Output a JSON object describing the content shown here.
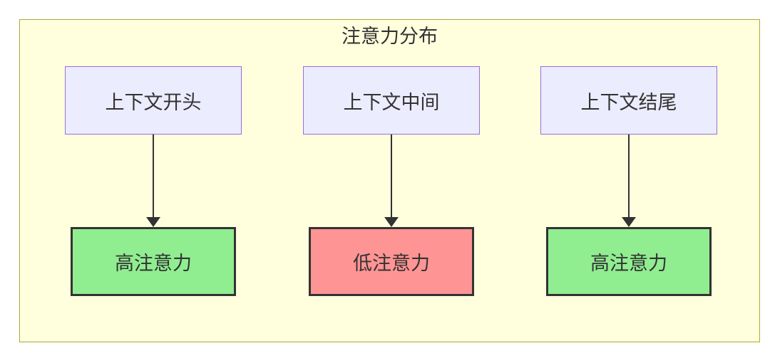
{
  "diagram": {
    "title": "注意力分布",
    "source_nodes": [
      {
        "label": "上下文开头"
      },
      {
        "label": "上下文中间"
      },
      {
        "label": "上下文结尾"
      }
    ],
    "result_nodes": [
      {
        "label": "高注意力",
        "level": "high",
        "fill": "#90ee90"
      },
      {
        "label": "低注意力",
        "level": "low",
        "fill": "#ff9494"
      },
      {
        "label": "高注意力",
        "level": "high",
        "fill": "#90ee90"
      }
    ],
    "edges": [
      {
        "from": "上下文开头",
        "to": "高注意力"
      },
      {
        "from": "上下文中间",
        "to": "低注意力"
      },
      {
        "from": "上下文结尾",
        "to": "高注意力"
      }
    ],
    "colors": {
      "canvas": "#ffffff",
      "group_fill": "#ffffde",
      "group_border": "#aaaa33",
      "source_fill": "#ececff",
      "source_border": "#9370db",
      "high_attention_fill": "#90ee90",
      "low_attention_fill": "#ff9494",
      "result_border": "#333333",
      "text": "#333333",
      "arrow": "#333333"
    }
  }
}
